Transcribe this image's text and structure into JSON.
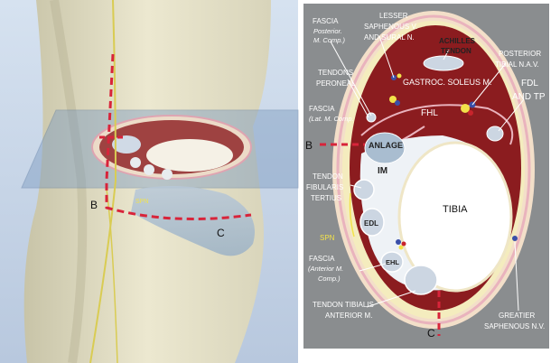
{
  "leg_view": {
    "label_b": "B",
    "label_c": "C",
    "label_spn": "SPN"
  },
  "cross_section": {
    "labels": {
      "fascia_post_title": "FASCIA",
      "fascia_post_sub1": "Posterior.",
      "fascia_post_sub2": "M. Comp.)",
      "lesser_saph_1": "LESSER",
      "lesser_saph_2": "SAPHENOUS V.",
      "lesser_saph_3": "AND SURAL N.",
      "achilles_1": "ACHILLES",
      "achilles_2": "TENDON",
      "post_tibial_1": "POSTERIOR",
      "post_tibial_2": "TIBIAL N.A.V.",
      "tendons_peroneal_1": "TENDONS",
      "tendons_peroneal_2": "PERONEAL",
      "gastroc": "GASTROC. SOLEUS M.",
      "fdl_tp_1": "FDL",
      "fdl_tp_2": "AND TP",
      "fascia_lat_title": "FASCIA",
      "fascia_lat_sub": "(Lat. M. Comp.",
      "fhl": "FHL",
      "b_label": "B",
      "anlage": "ANLAGE",
      "im": "IM",
      "tendon_fib_1": "TENDON",
      "tendon_fib_2": "FIBULARIS",
      "tendon_fib_3": "TERTIUS",
      "tibia": "TIBIA",
      "edl": "EDL",
      "spn": "SPN",
      "ehl": "EHL",
      "fascia_ant_title": "FASCIA",
      "fascia_ant_sub1": "(Anterior M.",
      "fascia_ant_sub2": "Comp.)",
      "tendon_tib_ant_1": "TENDON TIBIALIS",
      "tendon_tib_ant_2": "ANTERIOR M.",
      "greater_saph_1": "GREATIER",
      "greater_saph_2": "SAPHENOUS N.V.",
      "c_label": "C"
    }
  },
  "colors": {
    "panel_bg": "#8a8d8f",
    "muscle": "#8b1c1f",
    "fascia_ring": "#e9b3bd",
    "skin": "#f3dfc9",
    "fat": "#f4ecbe",
    "bone": "#ffffff",
    "tendon": "#ccd6e2",
    "cut_line": "#d8243a",
    "nerve_yellow": "#f2e24a"
  }
}
